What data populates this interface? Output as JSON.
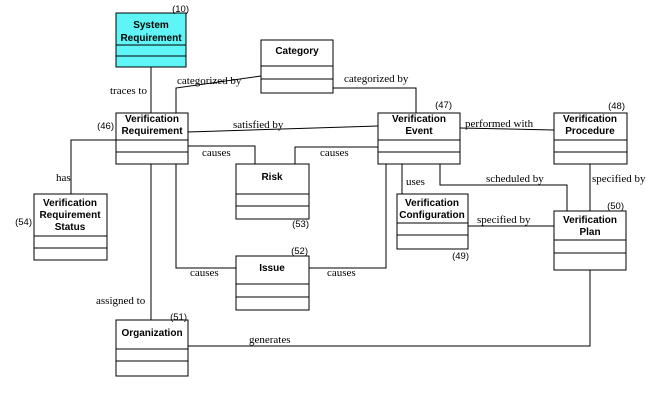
{
  "entities": {
    "system_requirement": {
      "lines": [
        "System",
        "Requirement"
      ],
      "number": "(10)"
    },
    "category": {
      "lines": [
        "Category"
      ],
      "number": ""
    },
    "verification_requirement": {
      "lines": [
        "Verification",
        "Requirement"
      ],
      "number": "(46)"
    },
    "verification_event": {
      "lines": [
        "Verification",
        "Event"
      ],
      "number": "(47)"
    },
    "verification_procedure": {
      "lines": [
        "Verification",
        "Procedure"
      ],
      "number": "(48)"
    },
    "risk": {
      "lines": [
        "Risk"
      ],
      "number": "(53)"
    },
    "verification_configuration": {
      "lines": [
        "Verification",
        "Configuration"
      ],
      "number": "(49)"
    },
    "verification_plan": {
      "lines": [
        "Verification",
        "Plan"
      ],
      "number": "(50)"
    },
    "verification_requirement_status": {
      "lines": [
        "Verification",
        "Requirement",
        "Status"
      ],
      "number": "(54)"
    },
    "issue": {
      "lines": [
        "Issue"
      ],
      "number": "(52)"
    },
    "organization": {
      "lines": [
        "Organization"
      ],
      "number": "(51)"
    }
  },
  "relationships": {
    "traces_to": "traces to",
    "categorized_by_left": "categorized by",
    "categorized_by_right": "categorized by",
    "satisfied_by": "satisfied by",
    "performed_with": "performed with",
    "causes_vr_risk": "causes",
    "causes_ve_risk": "causes",
    "uses": "uses",
    "scheduled_by": "scheduled by",
    "specified_by_proc": "specified by",
    "specified_by_config": "specified by",
    "has": "has",
    "causes_vr_issue": "causes",
    "causes_ve_issue": "causes",
    "assigned_to": "assigned to",
    "generates": "generates"
  },
  "colors": {
    "highlight": "#5ff4f6",
    "line": "#000000",
    "fill": "#ffffff"
  }
}
